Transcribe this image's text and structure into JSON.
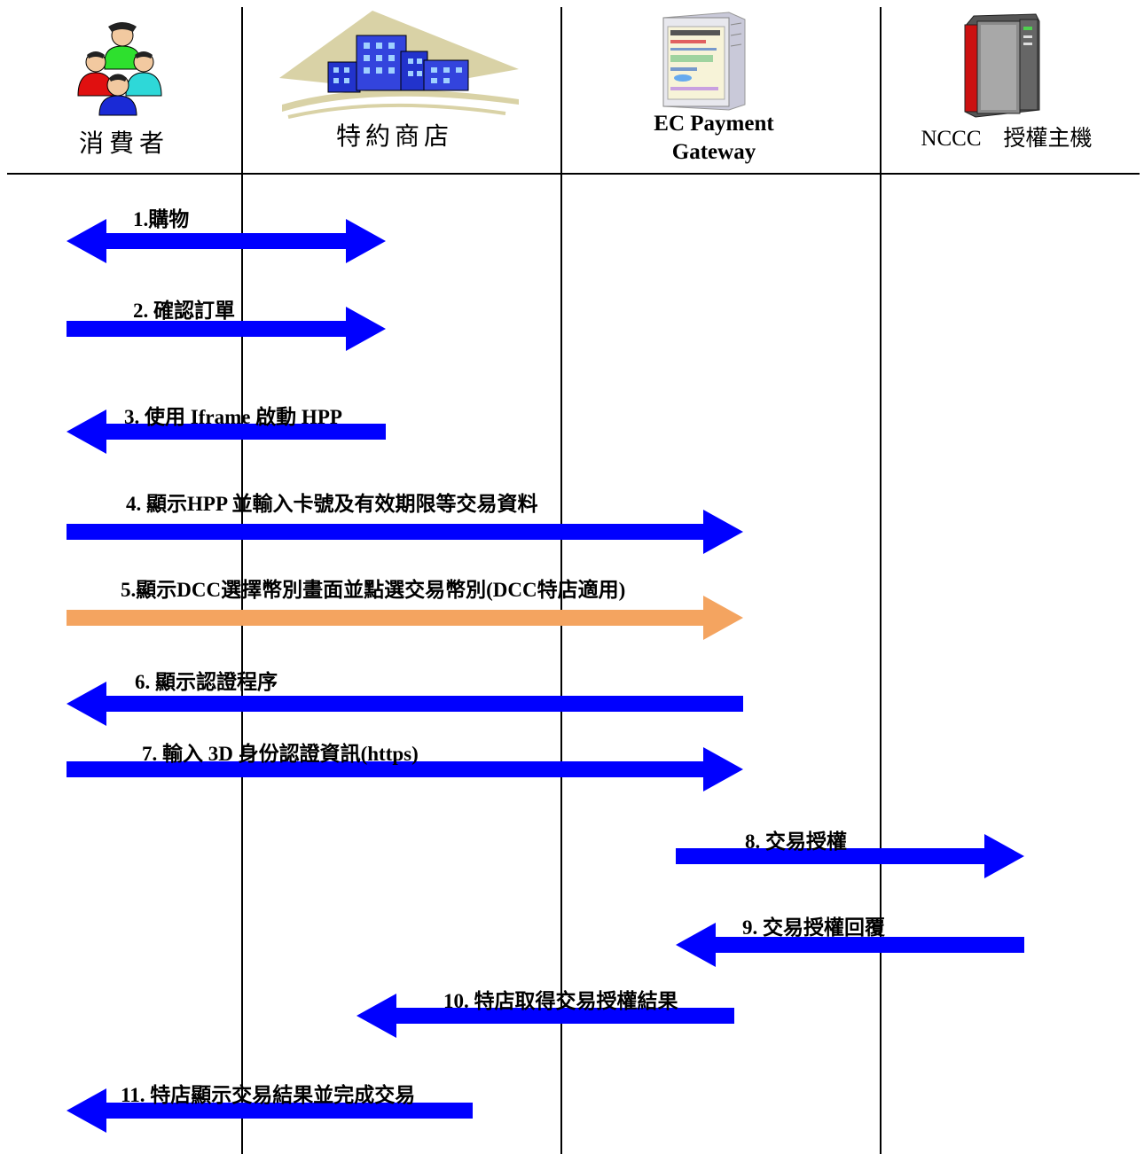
{
  "lanes": {
    "consumer": "消費者",
    "merchant": "特約商店",
    "gateway_line1": "EC Payment",
    "gateway_line2": "Gateway",
    "nccc": "NCCC　授權主機"
  },
  "steps": [
    {
      "label": "1.購物",
      "from": "consumer",
      "to": "merchant",
      "direction": "both",
      "color": "#0000FF"
    },
    {
      "label": "2. 確認訂單",
      "from": "consumer",
      "to": "merchant",
      "direction": "right",
      "color": "#0000FF"
    },
    {
      "label": "3. 使用 Iframe 啟動  HPP",
      "from": "merchant",
      "to": "consumer",
      "direction": "left",
      "color": "#0000FF"
    },
    {
      "label": "4. 顯示HPP 並輸入卡號及有效期限等交易資料",
      "from": "consumer",
      "to": "gateway",
      "direction": "right",
      "color": "#0000FF"
    },
    {
      "label": "5.顯示DCC選擇幣別畫面並點選交易幣別(DCC特店適用)",
      "from": "consumer",
      "to": "gateway",
      "direction": "right",
      "color": "#F4A460"
    },
    {
      "label": "6. 顯示認證程序",
      "from": "gateway",
      "to": "consumer",
      "direction": "left",
      "color": "#0000FF"
    },
    {
      "label": "7. 輸入 3D 身份認證資訊(https)",
      "from": "consumer",
      "to": "gateway",
      "direction": "right",
      "color": "#0000FF"
    },
    {
      "label": "8. 交易授權",
      "from": "gateway",
      "to": "nccc",
      "direction": "right",
      "color": "#0000FF"
    },
    {
      "label": "9. 交易授權回覆",
      "from": "nccc",
      "to": "gateway",
      "direction": "left",
      "color": "#0000FF"
    },
    {
      "label": "10. 特店取得交易授權結果",
      "from": "gateway",
      "to": "merchant",
      "direction": "left",
      "color": "#0000FF"
    },
    {
      "label": "11. 特店顯示交易結果並完成交易",
      "from": "merchant",
      "to": "consumer",
      "direction": "left",
      "color": "#0000FF"
    }
  ],
  "icons": {
    "consumer": "people-group-icon",
    "merchant": "office-buildings-icon",
    "gateway": "server-screen-icon",
    "nccc": "mainframe-icon"
  }
}
